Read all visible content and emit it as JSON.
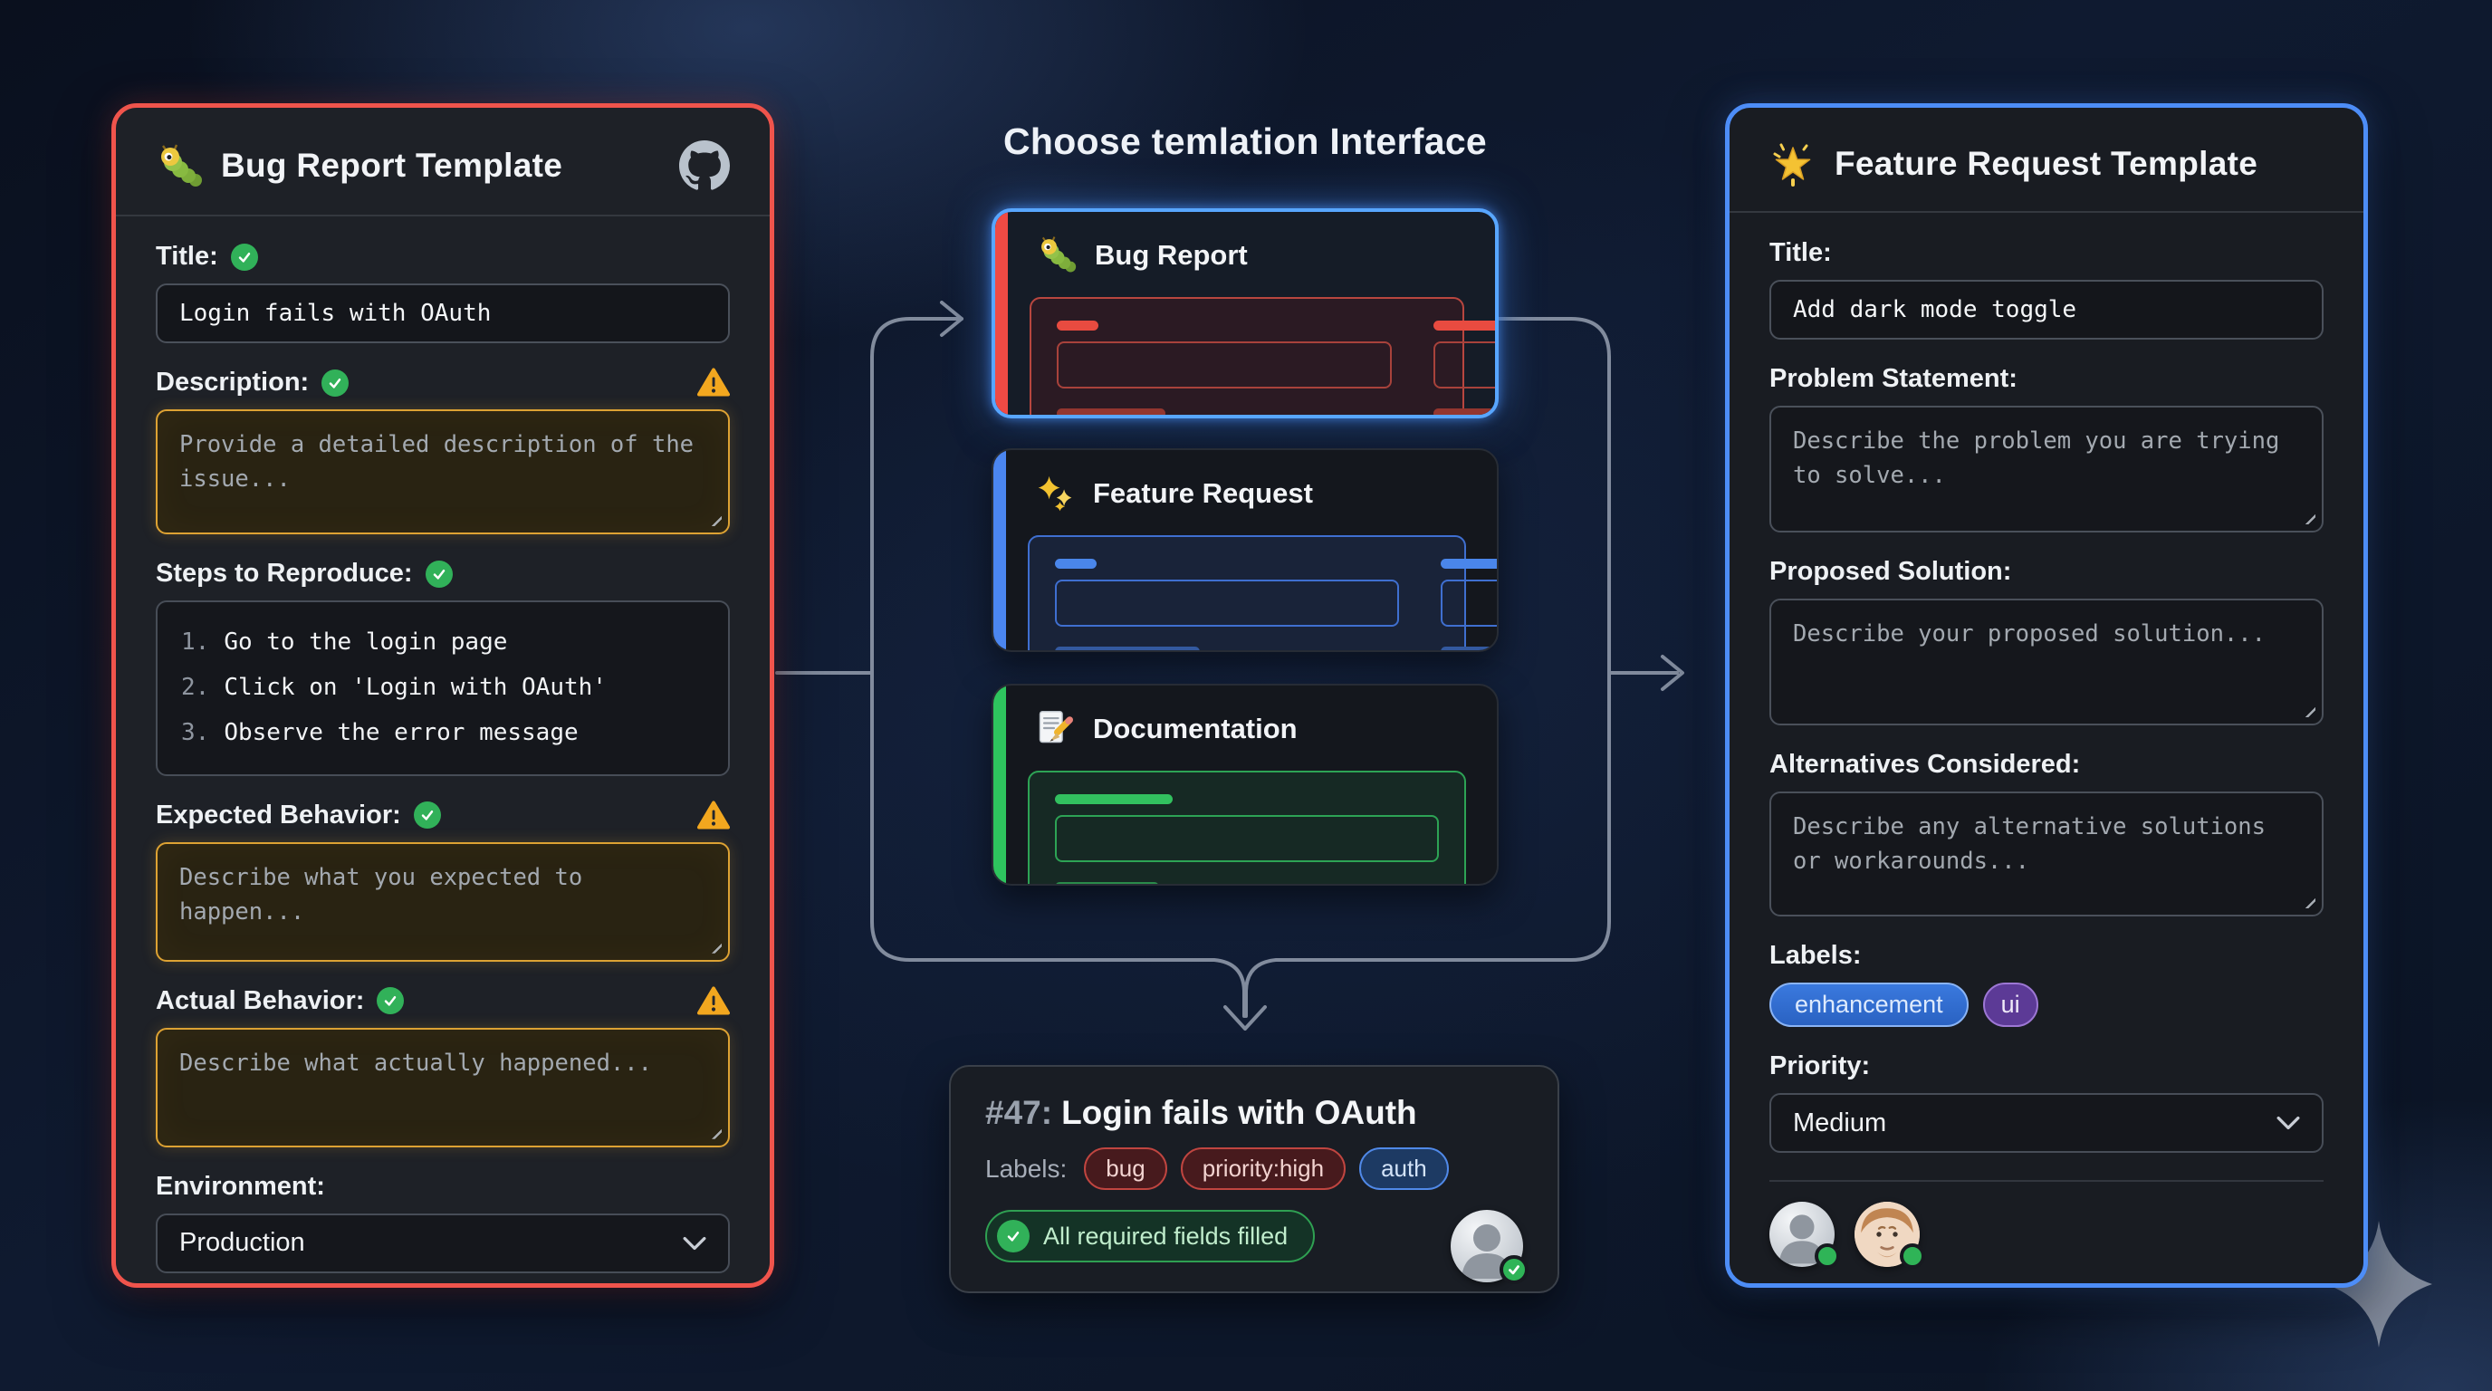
{
  "accents": {
    "left_panel_border": "#f0544c",
    "right_panel_border": "#4d8df7",
    "selected_glow": "#58a6ff",
    "warning": "#f2a71f",
    "success": "#2fb457",
    "connector": "#8b95a6"
  },
  "left_panel": {
    "icon": "bug-caterpillar-icon",
    "title": "Bug Report Template",
    "title_label": "Title:",
    "title_value": "Login fails with OAuth",
    "description_label": "Description:",
    "description_placeholder": "Provide a detailed description of the issue...",
    "steps_label": "Steps to Reproduce:",
    "steps": [
      {
        "n": "1.",
        "t": "Go to the login page"
      },
      {
        "n": "2.",
        "t": "Click on 'Login with OAuth'"
      },
      {
        "n": "3.",
        "t": "Observe the error message"
      }
    ],
    "expected_label": "Expected Behavior:",
    "expected_placeholder": "Describe what you expected to happen...",
    "actual_label": "Actual Behavior:",
    "actual_placeholder": "Describe what actually happened...",
    "environment_label": "Environment:",
    "environment_value": "Production"
  },
  "chooser": {
    "title": "Choose temlation Interface",
    "cards": [
      {
        "label": "Bug Report",
        "icon": "bug-caterpillar-icon",
        "accent": "#ef4a44",
        "selected": true
      },
      {
        "label": "Feature Request",
        "icon": "sparkles-icon",
        "accent": "#4b86f0",
        "selected": false
      },
      {
        "label": "Documentation",
        "icon": "memo-pencil-icon",
        "accent": "#2ec45e",
        "selected": false
      }
    ]
  },
  "issue_card": {
    "number": "#47:",
    "title": "Login fails with OAuth",
    "labels_label": "Labels:",
    "labels": [
      {
        "text": "bug",
        "color": "red"
      },
      {
        "text": "priority:high",
        "color": "red"
      },
      {
        "text": "auth",
        "color": "blue"
      }
    ],
    "status": "All required fields filled"
  },
  "right_panel": {
    "icon": "glowing-star-icon",
    "title": "Feature Request Template",
    "title_label": "Title:",
    "title_value": "Add dark mode toggle",
    "problem_label": "Problem Statement:",
    "problem_placeholder": "Describe the problem you are trying to solve...",
    "solution_label": "Proposed Solution:",
    "solution_placeholder": "Describe your proposed solution...",
    "alternatives_label": "Alternatives Considered:",
    "alternatives_placeholder": "Describe any alternative solutions or workarounds...",
    "labels_label": "Labels:",
    "labels": [
      {
        "text": "enhancement",
        "color": "bluebig"
      },
      {
        "text": "ui",
        "color": "purple"
      }
    ],
    "priority_label": "Priority:",
    "priority_value": "Medium"
  }
}
